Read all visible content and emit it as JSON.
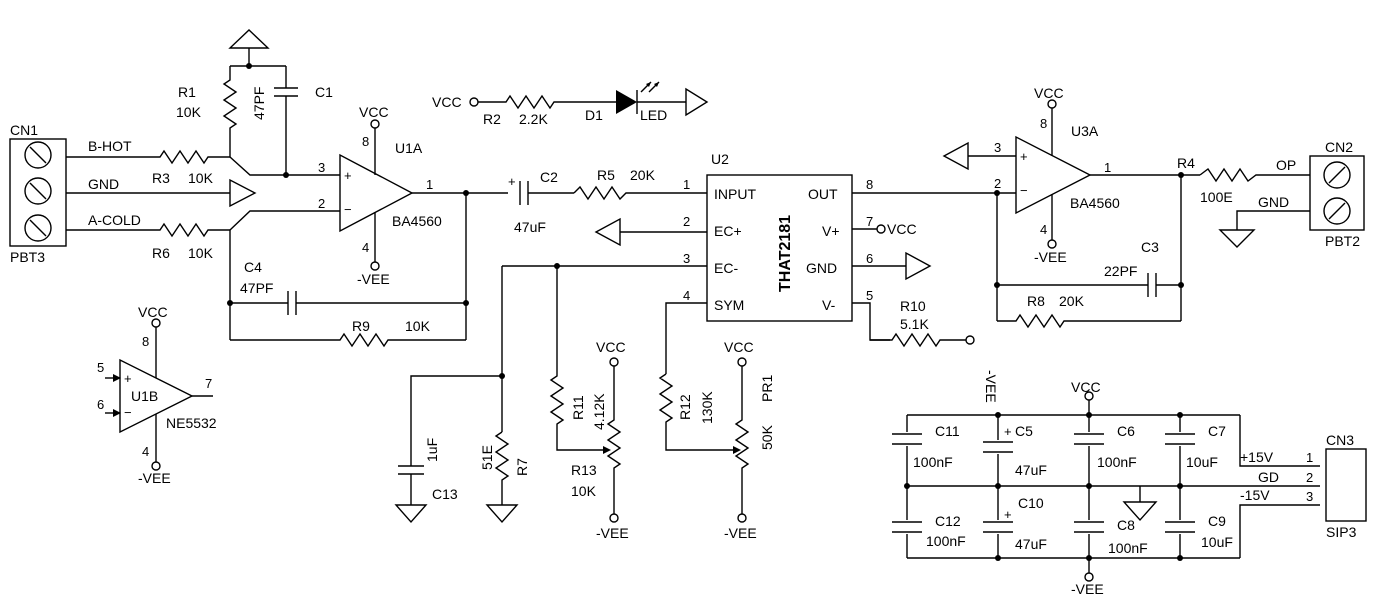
{
  "connectors": {
    "cn1": {
      "ref": "CN1",
      "type": "PBT3",
      "pins": [
        "B-HOT",
        "GND",
        "A-COLD"
      ]
    },
    "cn2": {
      "ref": "CN2",
      "type": "PBT2",
      "pins": [
        "OP",
        "GND"
      ]
    },
    "cn3": {
      "ref": "CN3",
      "type": "SIP3",
      "pin_nums": [
        "1",
        "2",
        "3"
      ],
      "nets": [
        "+15V",
        "GD",
        "-15V"
      ]
    }
  },
  "ics": {
    "u1a": {
      "ref": "U1A",
      "part": "BA4560",
      "pins": [
        "3",
        "2",
        "1",
        "8",
        "4"
      ]
    },
    "u1b": {
      "ref": "U1B",
      "part": "NE5532",
      "pins": [
        "5",
        "6",
        "7",
        "8",
        "4"
      ]
    },
    "u2": {
      "ref": "U2",
      "part": "THAT2181",
      "left_pins": [
        {
          "num": "1",
          "name": "INPUT"
        },
        {
          "num": "2",
          "name": "EC+"
        },
        {
          "num": "3",
          "name": "EC-"
        },
        {
          "num": "4",
          "name": "SYM"
        }
      ],
      "right_pins": [
        {
          "num": "8",
          "name": "OUT"
        },
        {
          "num": "7",
          "name": "V+"
        },
        {
          "num": "6",
          "name": "GND"
        },
        {
          "num": "5",
          "name": "V-"
        }
      ]
    },
    "u3a": {
      "ref": "U3A",
      "part": "BA4560",
      "pins": [
        "3",
        "2",
        "1",
        "8",
        "4"
      ]
    }
  },
  "resistors": {
    "r1": {
      "ref": "R1",
      "value": "10K"
    },
    "r2": {
      "ref": "R2",
      "value": "2.2K"
    },
    "r3": {
      "ref": "R3",
      "value": "10K"
    },
    "r4": {
      "ref": "R4",
      "value": "100E"
    },
    "r5": {
      "ref": "R5",
      "value": "20K"
    },
    "r6": {
      "ref": "R6",
      "value": "10K"
    },
    "r7": {
      "ref": "R7",
      "value": "51E"
    },
    "r8": {
      "ref": "R8",
      "value": "20K"
    },
    "r9": {
      "ref": "R9",
      "value": "10K"
    },
    "r10": {
      "ref": "R10",
      "value": "5.1K"
    },
    "r11": {
      "ref": "R11",
      "value": "4.12K"
    },
    "r12": {
      "ref": "R12",
      "value": "130K"
    },
    "r13": {
      "ref": "R13",
      "value": "10K"
    },
    "pr1": {
      "ref": "PR1",
      "value": "50K"
    }
  },
  "capacitors": {
    "c1": {
      "ref": "C1",
      "value": "47PF"
    },
    "c2": {
      "ref": "C2",
      "value": "47uF"
    },
    "c3": {
      "ref": "C3",
      "value": "22PF"
    },
    "c4": {
      "ref": "C4",
      "value": "47PF"
    },
    "c5": {
      "ref": "C5",
      "value": "47uF"
    },
    "c6": {
      "ref": "C6",
      "value": "100nF"
    },
    "c7": {
      "ref": "C7",
      "value": "10uF"
    },
    "c8": {
      "ref": "C8",
      "value": "100nF"
    },
    "c9": {
      "ref": "C9",
      "value": "10uF"
    },
    "c10": {
      "ref": "C10",
      "value": "47uF"
    },
    "c11": {
      "ref": "C11",
      "value": "100nF"
    },
    "c12": {
      "ref": "C12",
      "value": "100nF"
    },
    "c13": {
      "ref": "C13",
      "value": "1uF"
    }
  },
  "diodes": {
    "d1": {
      "ref": "D1",
      "value": "LED"
    }
  },
  "nets": {
    "vcc": "VCC",
    "vee": "-VEE"
  },
  "polarity": {
    "plus": "+",
    "minus": "−"
  }
}
